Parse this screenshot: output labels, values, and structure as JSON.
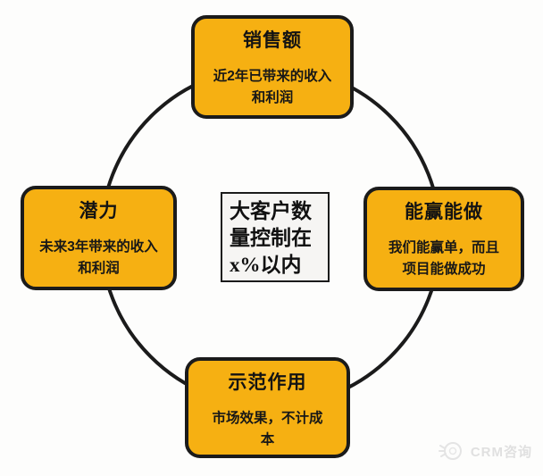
{
  "colors": {
    "background": "#FDFDFC",
    "box_fill": "#F6B012",
    "outline": "#1B1B1B",
    "center_box_bg": "#F6F5F3",
    "watermark": "#E0E0E0"
  },
  "diagram": {
    "nodes": {
      "top": {
        "title": "销售额",
        "desc_line1": "近2年已带来的收入",
        "desc_line2": "和利润"
      },
      "left": {
        "title": "潜力",
        "desc_line1": "未来3年带来的收入",
        "desc_line2": "和利润"
      },
      "right": {
        "title": "能赢能做",
        "desc_line1": "我们能赢单，而且",
        "desc_line2": "项目能做成功"
      },
      "bottom": {
        "title": "示范作用",
        "desc_line1": "市场效果，不计成",
        "desc_line2": "本"
      }
    },
    "center_note": {
      "line1": "大客户数",
      "line2": "量控制在",
      "line3": "x%以内"
    }
  },
  "watermark": {
    "label": "CRM咨询",
    "icon": "crm-logo-icon"
  }
}
